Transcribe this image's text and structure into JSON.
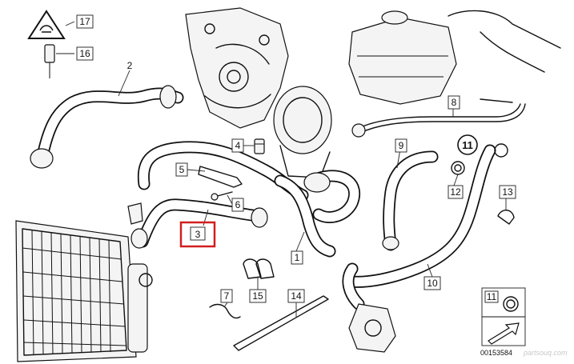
{
  "callouts": {
    "c1": "1",
    "c2": "2",
    "c3": "3",
    "c4": "4",
    "c5": "5",
    "c6": "6",
    "c7": "7",
    "c8": "8",
    "c9": "9",
    "c10": "10",
    "c11": "11",
    "c12": "12",
    "c13": "13",
    "c14": "14",
    "c15": "15",
    "c16": "16",
    "c17": "17",
    "c11b": "11"
  },
  "highlight": {
    "callout": "3",
    "color": "#d11f1f"
  },
  "doc_id": "00153584",
  "watermark": "partsouq.com",
  "icons": {
    "coolant_warning": "coolant-warning-icon",
    "arrow": "pointing-arrow-icon"
  }
}
